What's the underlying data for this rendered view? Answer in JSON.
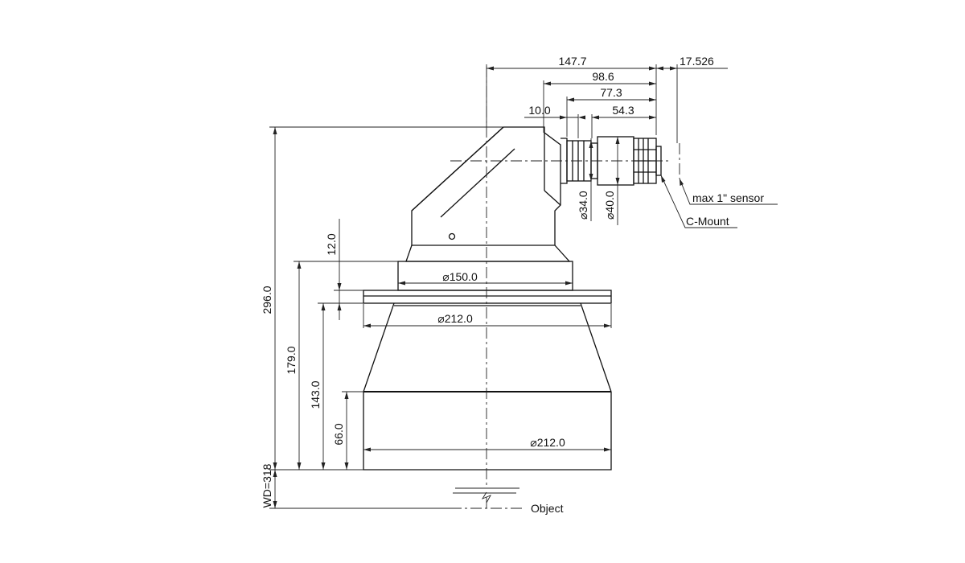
{
  "drawing": {
    "dimensions": {
      "d147": "147.7",
      "d17526": "17.526",
      "d986": "98.6",
      "d773": "77.3",
      "d100": "10.0",
      "d543": "54.3",
      "dia34": "⌀34.0",
      "dia40": "⌀40.0",
      "h120": "12.0",
      "dia150": "⌀150.0",
      "dia212top": "⌀212.0",
      "dia212bot": "⌀212.0",
      "h296": "296.0",
      "h179": "179.0",
      "h143": "143.0",
      "h66": "66.0",
      "wd": "WD=318"
    },
    "callouts": {
      "sensor": "max 1\" sensor",
      "mount": "C-Mount",
      "object": "Object"
    }
  }
}
